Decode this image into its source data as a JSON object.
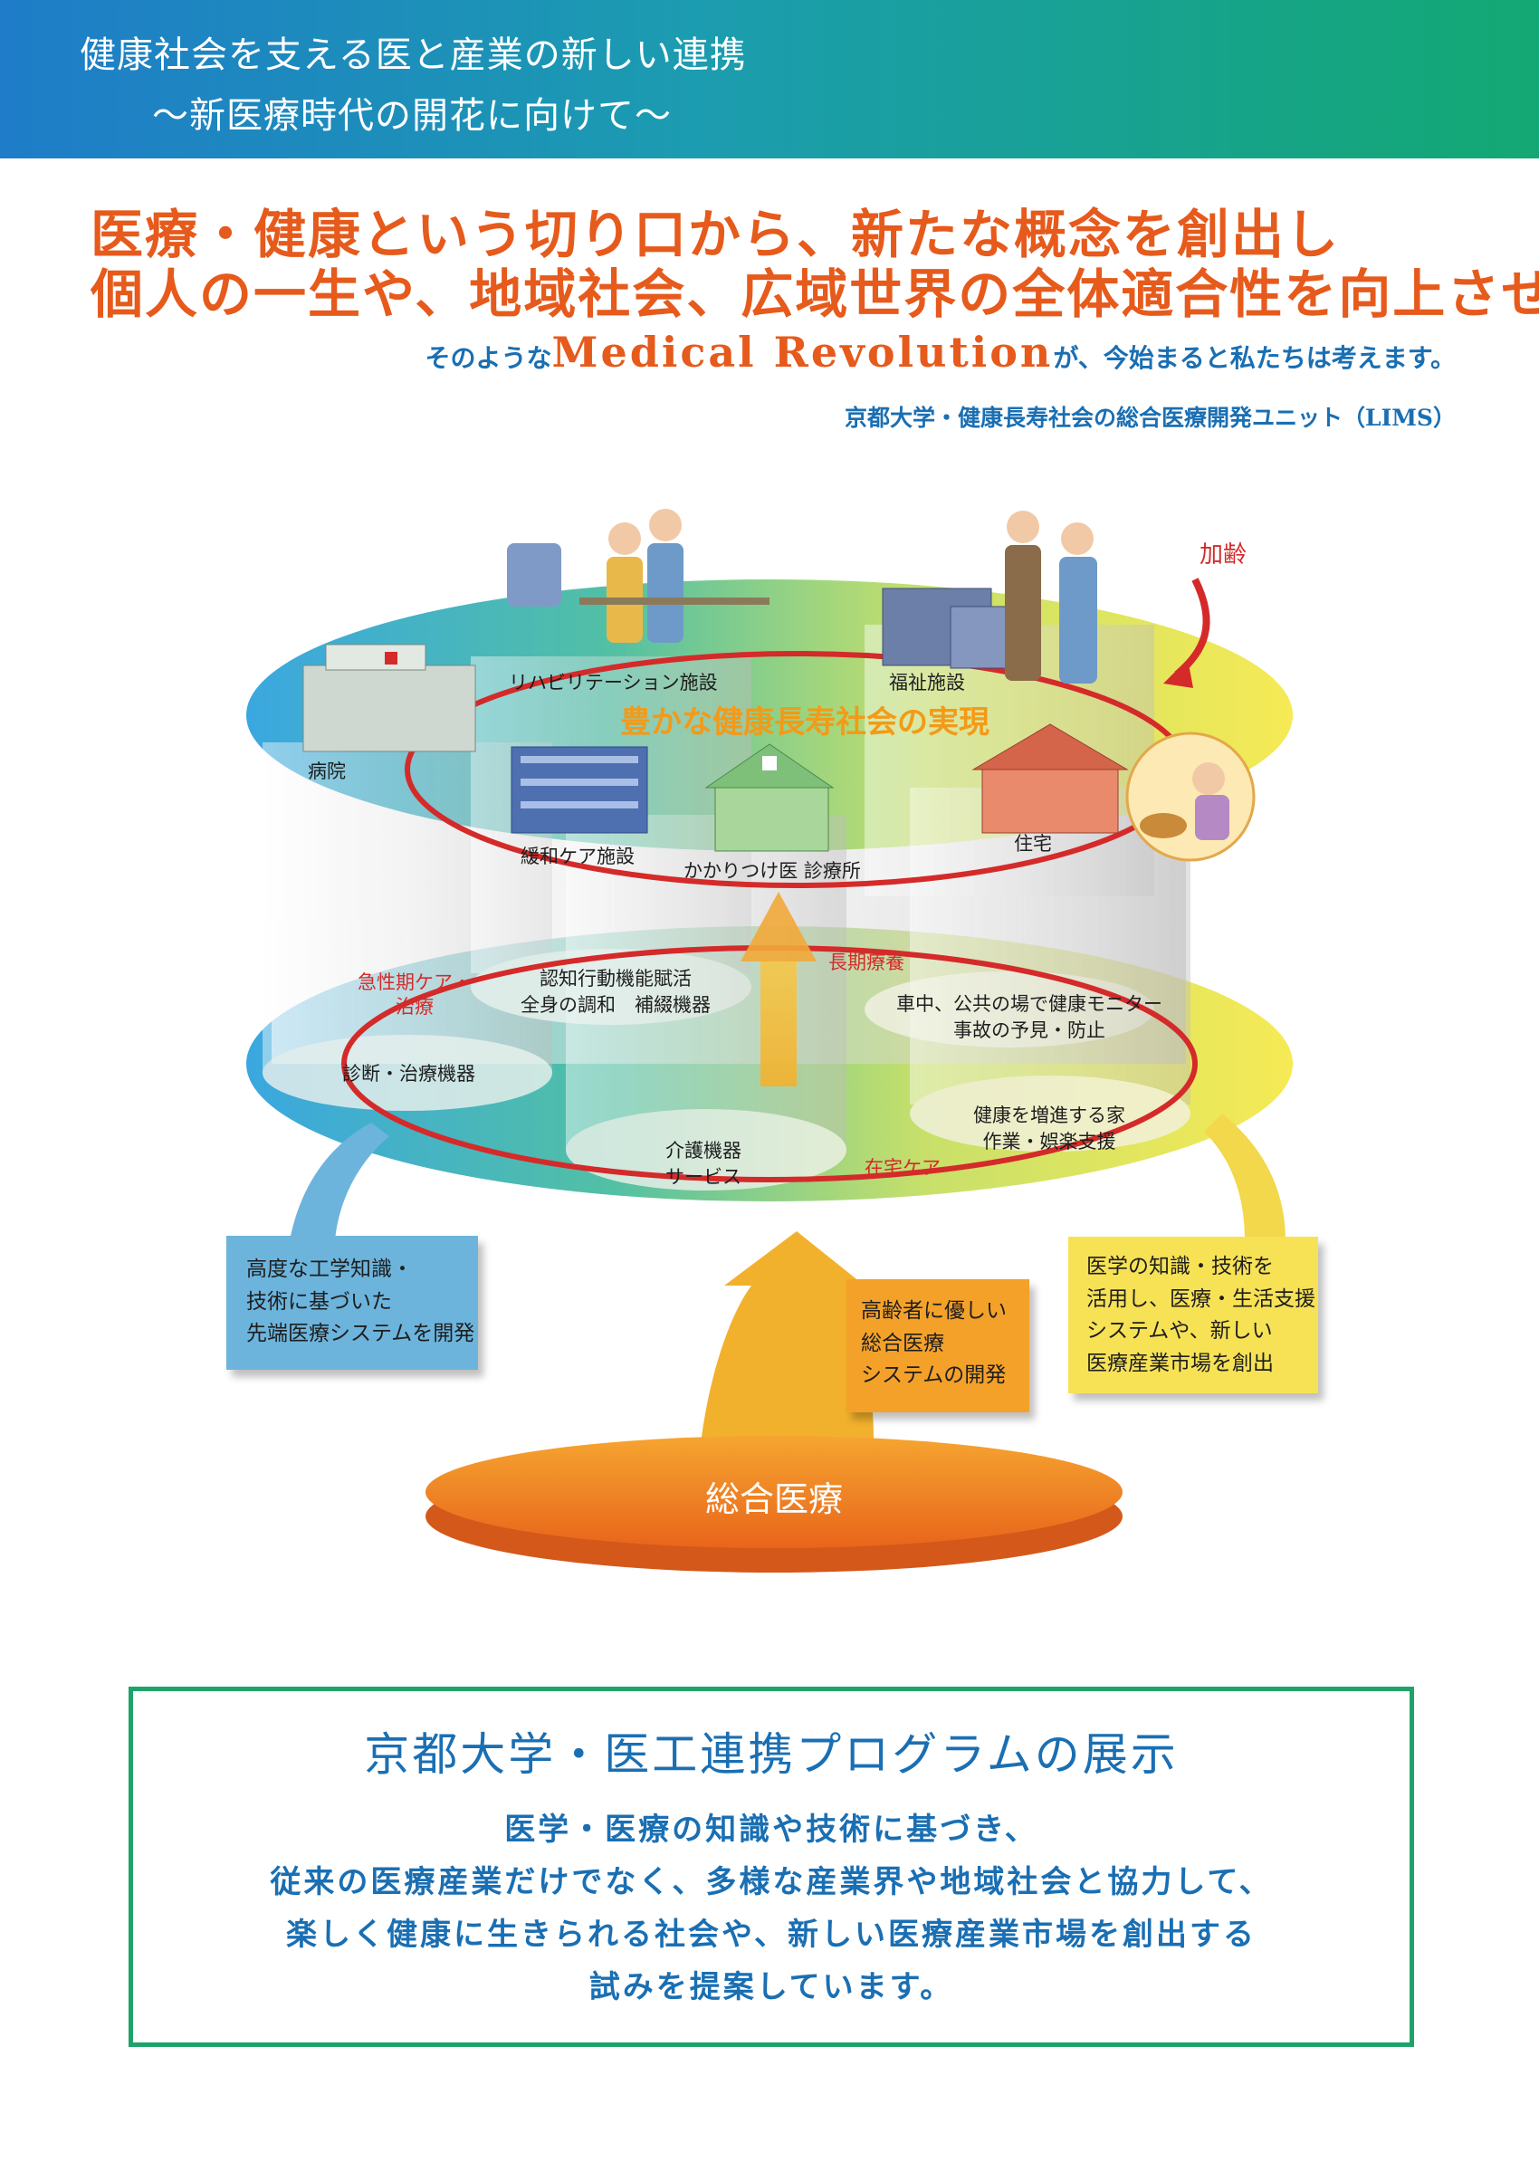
{
  "header": {
    "title": "健康社会を支える医と産業の新しい連携",
    "subtitle": "～新医療時代の開花に向けて～"
  },
  "lead": {
    "line1": "医療・健康という切り口から、新たな概念を創出し",
    "line2": "個人の一生や、地域社会、広域世界の全体適合性を向上させる"
  },
  "statement": {
    "prefix": "そのような",
    "highlight": "Medical Revolution",
    "suffix": "が、今始まると私たちは考えます。"
  },
  "unit_name": "京都大学・健康長寿社会の総合医療開発ユニット（LIMS）",
  "diagram": {
    "aging": "加齢",
    "goal": "豊かな健康長寿社会の実現",
    "upper": {
      "hospital": "病院",
      "rehab": "リハビリテーション施設",
      "welfare": "福祉施設",
      "palliative": "緩和ケア施設",
      "clinic": "かかりつけ医 診療所",
      "home": "住宅"
    },
    "lower": {
      "acute_line1": "急性期ケア・",
      "acute_line2": "治療",
      "longterm": "長期療養",
      "homecare": "在宅ケア",
      "diagnosis": "診断・治療機器",
      "cognitive_line1": "認知行動機能賦活",
      "cognitive_line2": "全身の調和　補綴機器",
      "monitor_line1": "車中、公共の場で健康モニター",
      "monitor_line2": "事故の予見・防止",
      "care_line1": "介護機器",
      "care_line2": "サービス",
      "house_line1": "健康を増進する家",
      "house_line2": "作業・娯楽支援"
    },
    "boxes": {
      "blue": [
        "高度な工学知識・",
        "技術に基づいた",
        "先端医療システムを開発"
      ],
      "orange": [
        "高齢者に優しい",
        "総合医療",
        "システムの開発"
      ],
      "yellow": [
        "医学の知識・技術を",
        "活用し、医療・生活支援",
        "システムや、新しい",
        "医療産業市場を創出"
      ]
    },
    "base": "総合医療"
  },
  "program": {
    "title": "京都大学・医工連携プログラムの展示",
    "lines": [
      "医学・医療の知識や技術に基づき、",
      "従来の医療産業だけでなく、多様な産業界や地域社会と協力して、",
      "楽しく健康に生きられる社会や、新しい医療産業市場を創出する",
      "試みを提案しています。"
    ]
  },
  "colors": {
    "header_start": "#1e7cc8",
    "header_end": "#13a873",
    "lead_orange": "#e65a1c",
    "text_blue": "#1a6fb3",
    "ring_red": "#d42a2a",
    "frame_green": "#1fa36a",
    "box_blue": "#6cb4dc",
    "box_orange": "#f4a12a",
    "box_yellow": "#f7e256"
  }
}
